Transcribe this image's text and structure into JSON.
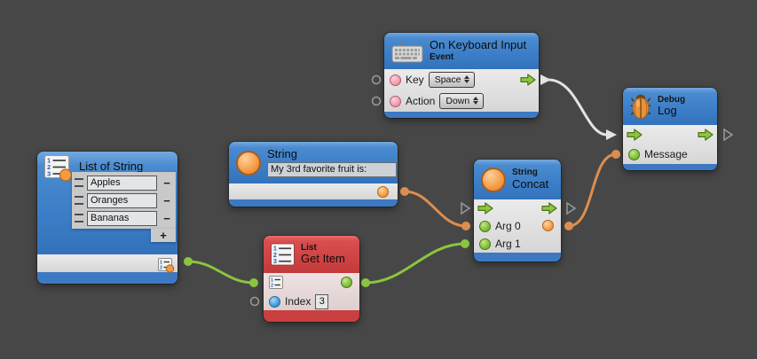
{
  "canvas": {
    "background": "#474747"
  },
  "colors": {
    "node_blue": "#3b7ec7",
    "node_red": "#cf4343",
    "flow_green": "#8dc63f",
    "port_green": "#7dbd36",
    "port_orange": "#f59b42",
    "port_pink": "#ef9cad",
    "port_blue": "#3f9bdc",
    "wire_white": "#e3e3e3",
    "wire_orange": "#dd8e4e",
    "wire_green": "#8bc53f"
  },
  "icons": {
    "keyboard": "keyboard-icon",
    "bug": "bug-icon",
    "list_big": "list-icon",
    "list_small": "list-port-icon",
    "flow": "flow-arrow-icon",
    "value_circle": "value-port-icon",
    "dropdown": "dropdown-arrows-icon",
    "drag_handle": "drag-handle-icon"
  },
  "nodes": {
    "keyboard": {
      "title": "On Keyboard Input",
      "subtitle": "Event",
      "key_label": "Key",
      "key_value": "Space",
      "action_label": "Action",
      "action_value": "Down"
    },
    "debug": {
      "category": "Debug",
      "title": "Log",
      "message_label": "Message"
    },
    "list_of_string": {
      "title": "List of String",
      "items": [
        "Apples",
        "Oranges",
        "Bananas"
      ],
      "handle_label": "=",
      "remove_label": "−",
      "add_label": "+"
    },
    "string": {
      "title": "String",
      "value": "My 3rd favorite fruit is:"
    },
    "get_item": {
      "category": "List",
      "title": "Get Item",
      "index_label": "Index",
      "index_value": "3"
    },
    "concat": {
      "category": "String",
      "title": "Concat",
      "arg0_label": "Arg 0",
      "arg1_label": "Arg 1"
    }
  }
}
